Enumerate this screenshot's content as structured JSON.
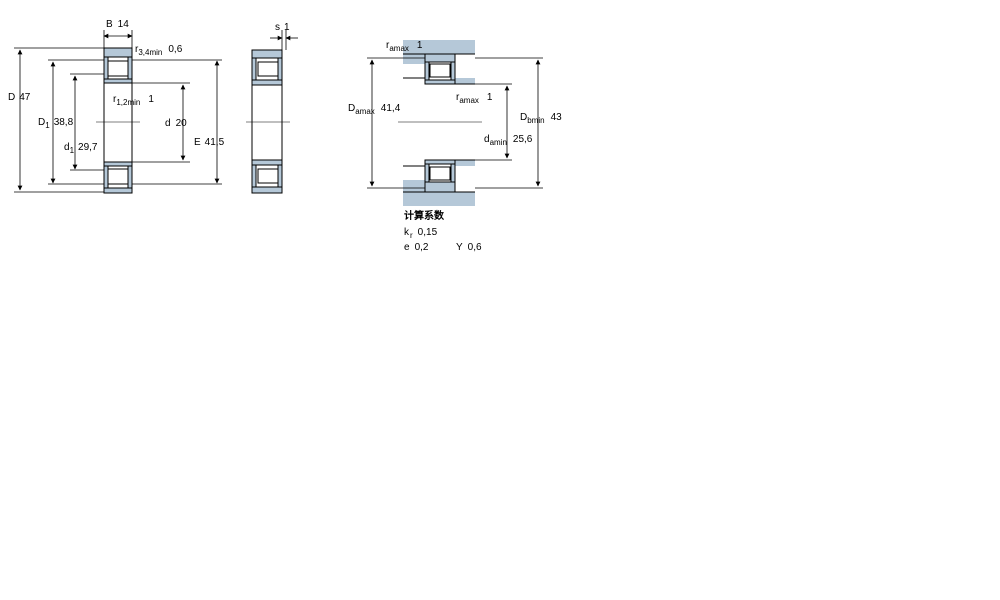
{
  "dims": {
    "B": {
      "sym": "B",
      "val": "14"
    },
    "r34": {
      "sym": "r",
      "sub": "3,4min",
      "val": "0,6"
    },
    "D": {
      "sym": "D",
      "val": "47"
    },
    "D1": {
      "sym": "D",
      "sub": "1",
      "val": "38,8"
    },
    "r12": {
      "sym": "r",
      "sub": "1,2min",
      "val": "1"
    },
    "d": {
      "sym": "d",
      "val": "20"
    },
    "E": {
      "sym": "E",
      "val": "41,5"
    },
    "d1": {
      "sym": "d",
      "sub": "1",
      "val": "29,7"
    },
    "s": {
      "sym": "s",
      "val": "1"
    }
  },
  "abutment": {
    "ra_top": {
      "sym": "r",
      "sub": "amax",
      "val": "1"
    },
    "ra_mid": {
      "sym": "r",
      "sub": "amax",
      "val": "1"
    },
    "Da": {
      "sym": "D",
      "sub": "amax",
      "val": "41,4"
    },
    "da": {
      "sym": "d",
      "sub": "amin",
      "val": "25,6"
    },
    "Db": {
      "sym": "D",
      "sub": "bmin",
      "val": "43"
    }
  },
  "calc": {
    "title": "计算系数",
    "kr": {
      "sym": "k",
      "sub": "r",
      "val": "0,15"
    },
    "e": {
      "sym": "e",
      "val": "0,2"
    },
    "Y": {
      "sym": "Y",
      "val": "0,6"
    }
  },
  "colors": {
    "ring": "#b5c8d8",
    "line": "#000000",
    "roller": "#ffffff"
  }
}
